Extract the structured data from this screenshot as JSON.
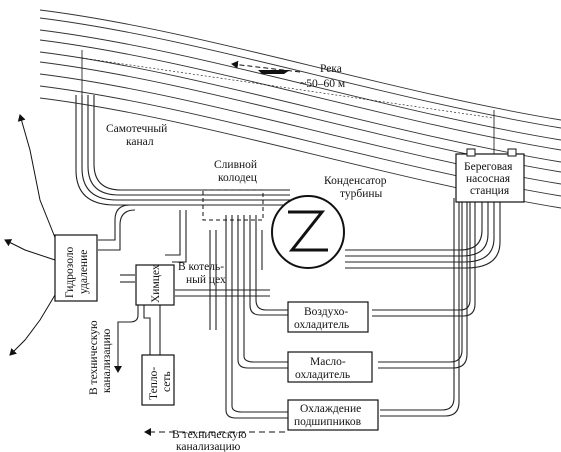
{
  "labels": {
    "river": "Река",
    "river_width": "~50–60 м",
    "gravity_channel_1": "Самотечный",
    "gravity_channel_2": "канал",
    "drain_well_1": "Сливной",
    "drain_well_2": "колодец",
    "condenser_1": "Конденсатор",
    "condenser_2": "турбины",
    "pump_station_1": "Береговая",
    "pump_station_2": "насосная",
    "pump_station_3": "станция",
    "ash_removal_1": "Гидрозоло",
    "ash_removal_2": "удаление",
    "chem_shop": "Химцех",
    "boiler_shop_1": "В котель-",
    "boiler_shop_2": "ный цех",
    "tech_sewer_v_1": "В техническую",
    "tech_sewer_v_2": "канализацию",
    "heat_network_1": "Тепло-",
    "heat_network_2": "сеть",
    "air_cooler_1": "Воздухо-",
    "air_cooler_2": "охладитель",
    "oil_cooler_1": "Масло-",
    "oil_cooler_2": "охладитель",
    "bearing_cooling_1": "Охлаждение",
    "bearing_cooling_2": "подшипников",
    "tech_sewer_h_1": "В техническую",
    "tech_sewer_h_2": "канализацию"
  }
}
